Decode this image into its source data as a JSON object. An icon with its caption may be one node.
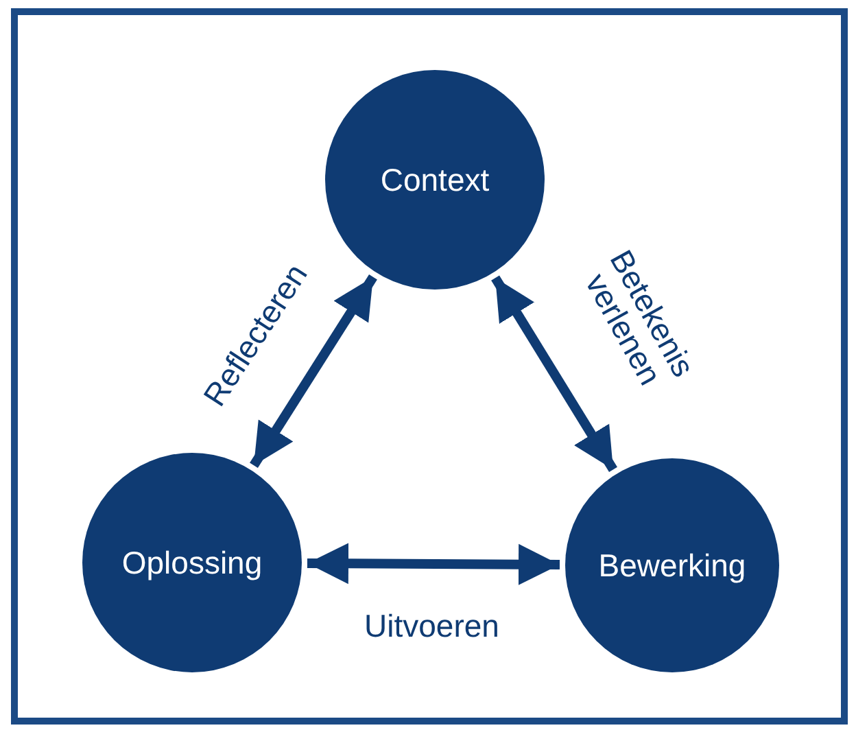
{
  "diagram": {
    "nodes": [
      {
        "text": [
          "Context"
        ]
      },
      {
        "text": [
          "Oplossing"
        ]
      },
      {
        "text": [
          "Bewerking"
        ]
      }
    ],
    "edges": [
      {
        "from": 0,
        "to": 1,
        "arrow": "both",
        "label": "Reflecteren"
      },
      {
        "from": 0,
        "to": 2,
        "arrow": "both",
        "label": "Betekenis verlenen"
      },
      {
        "from": 1,
        "to": 2,
        "arrow": "both",
        "label": "Uitvoeren"
      }
    ]
  }
}
